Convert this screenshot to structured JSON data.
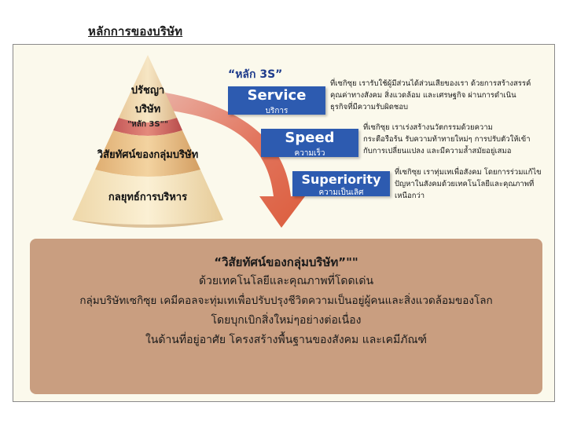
{
  "page_title": "หลักการของบริษัท",
  "pyramid": {
    "levels": [
      {
        "line1": "ปรัชญา",
        "line2": "บริษัท"
      },
      {
        "text": "\"หลัก 3S\"\""
      },
      {
        "text": "วิสัยทัศน์ของกลุ่มบริษัท"
      },
      {
        "text": "กลยุทธ์การบริหาร"
      }
    ]
  },
  "three_s": {
    "heading": "“หลัก 3S”",
    "items": [
      {
        "label": "Service",
        "thai": "บริการ",
        "description": [
          "ที่เซกิซุย เรารับใช้ผู้มีส่วนได้ส่วนเสียของเรา ด้วยการสร้างสรรค์",
          "คุณค่าทางสังคม สิ่งแวดล้อม และเศรษฐกิจ ผ่านการดำเนิน",
          "ธุรกิจที่มีความรับผิดชอบ"
        ]
      },
      {
        "label": "Speed",
        "thai": "ความเร็ว",
        "description": [
          "ที่เซกิซุย เราเร่งสร้างนวัตกรรมด้วยความ",
          "กระตือรือร้น รับความท้าทายใหม่ๆ การปรับตัวให้เข้า",
          "กับการเปลี่ยนแปลง และมีความล้ำสมัยอยู่เสมอ"
        ]
      },
      {
        "label": "Superiority",
        "thai": "ความเป็นเลิศ",
        "description": [
          "ที่เซกิซุย เราทุ่มเทเพื่อสังคม โดยการร่วมแก้ไข",
          "ปัญหาในสังคมด้วยเทคโนโลยีและคุณภาพที่",
          "เหนือกว่า"
        ]
      }
    ]
  },
  "vision": {
    "title": "“วิสัยทัศน์ของกลุ่มบริษัท”\"\"",
    "lines": [
      "ด้วยเทคโนโลยีและคุณภาพที่โดดเด่น",
      "กลุ่มบริษัทเซกิซุย เคมีคอลจะทุ่มเทเพื่อปรับปรุงชีวิตความเป็นอยู่ผู้คนและสิ่งแวดล้อมของโลก",
      "โดยบุกเบิกสิ่งใหม่ๆอย่างต่อเนื่อง",
      "ในด้านที่อยู่อาศัย โครงสร้างพื้นฐานของสังคม และเคมีภัณฑ์"
    ]
  },
  "colors": {
    "frame_bg": "#fbf9ec",
    "pyramid_top": "#f2ddb2",
    "pyramid_band_3s": "#d87070",
    "pyramid_mid": "#ecc48a",
    "pyramid_base": "#f7e9c2",
    "arrow": "#e05a48",
    "s_box": "#2d5bb0",
    "s_heading": "#1f3c8c",
    "vision_box": "#c99e80"
  }
}
